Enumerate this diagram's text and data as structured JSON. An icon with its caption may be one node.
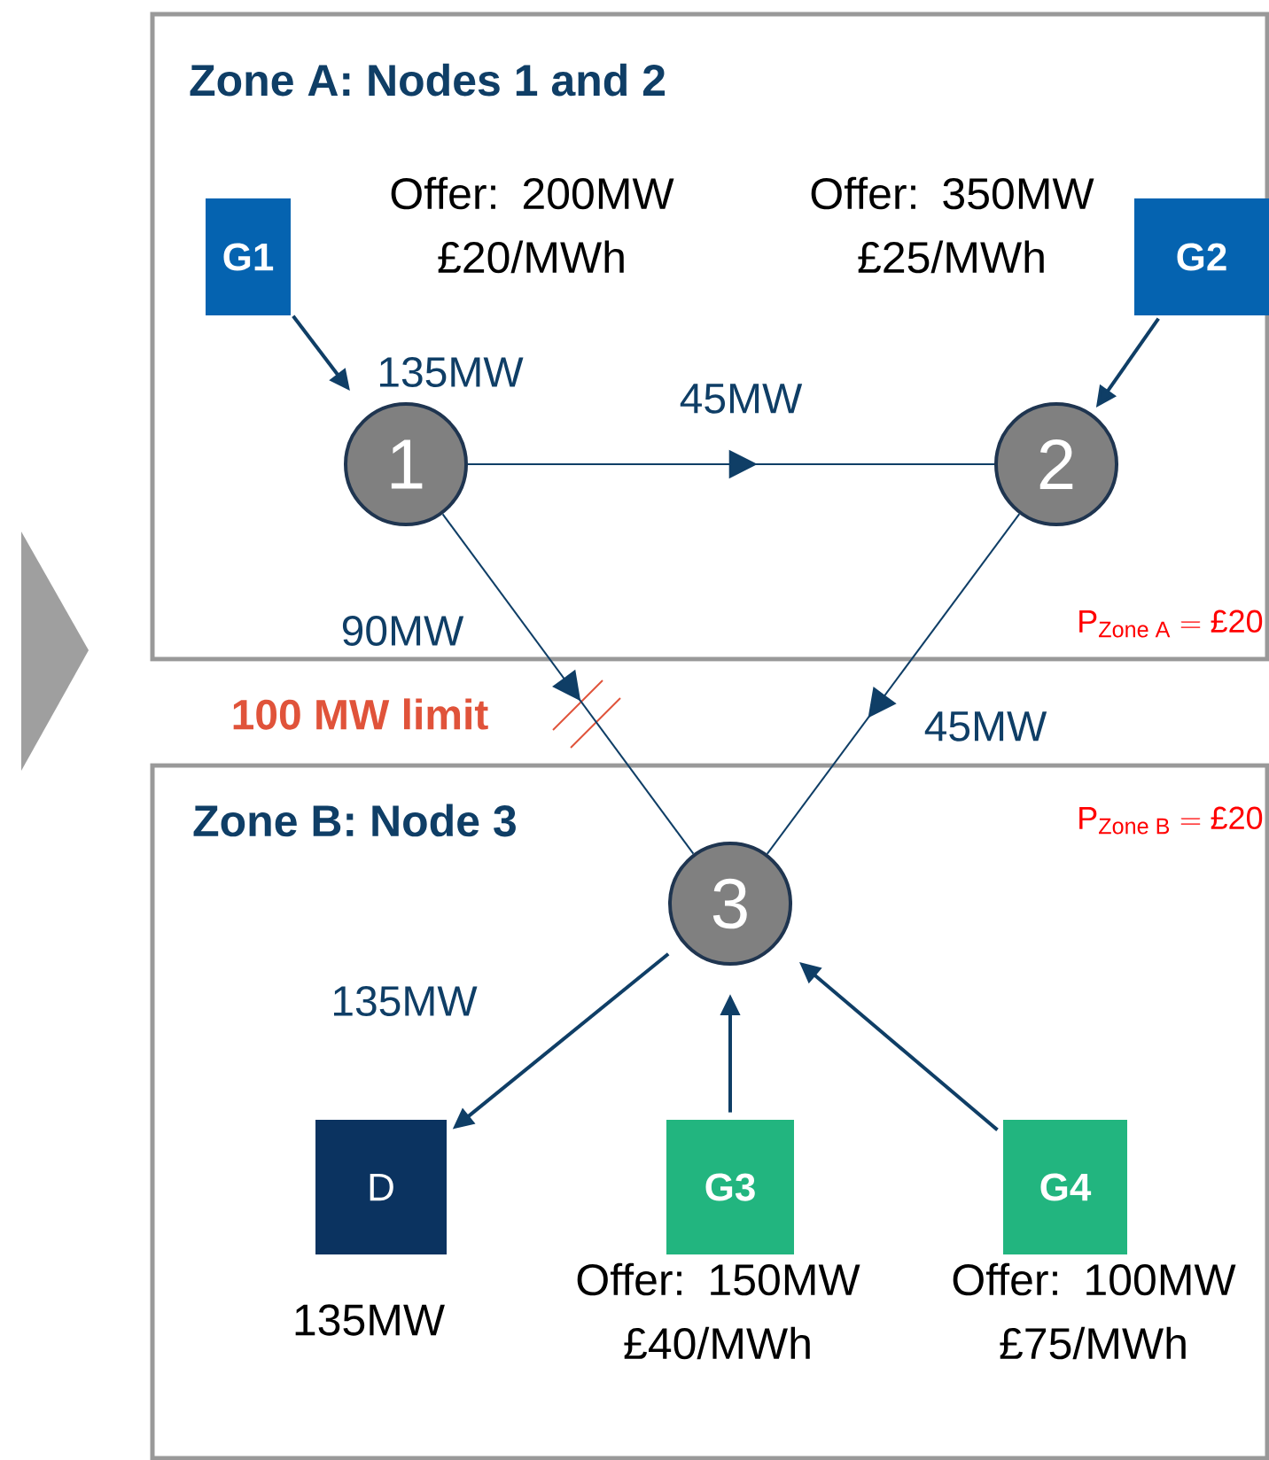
{
  "diagram": {
    "nodes": [
      {
        "text": [
          "Zone A: Nodes 1 and 2"
        ]
      },
      {
        "text": [
          "Zone B: Node 3"
        ]
      },
      {
        "text": [
          "G1"
        ],
        "in": 0,
        "beside": [
          "Offer: 200MW £20/MWh"
        ]
      },
      {
        "text": [
          "G2"
        ],
        "in": 0,
        "beside": [
          "Offer: 350MW £25/MWh"
        ]
      },
      {
        "text": [
          "1"
        ],
        "in": 0
      },
      {
        "text": [
          "2"
        ],
        "in": 0
      },
      {
        "text": [
          "3"
        ],
        "in": 1
      },
      {
        "text": [
          "D"
        ],
        "in": 1,
        "beside": [
          "135MW"
        ]
      },
      {
        "text": [
          "G3"
        ],
        "in": 1,
        "beside": [
          "Offer: 150MW £40/MWh"
        ]
      },
      {
        "text": [
          "G4"
        ],
        "in": 1,
        "beside": [
          "Offer: 100MW £75/MWh"
        ]
      },
      {
        "text": [],
        "shape": "chevron"
      }
    ],
    "edges": [
      {
        "from": 2,
        "to": 4,
        "arrow": "to",
        "label": "135MW"
      },
      {
        "from": 3,
        "to": 5,
        "arrow": "to"
      },
      {
        "from": 4,
        "to": 5,
        "arrow": "to",
        "label": "45MW"
      },
      {
        "from": 4,
        "to": 6,
        "arrow": "to",
        "label": "90MW"
      },
      {
        "from": 5,
        "to": 6,
        "arrow": "to",
        "label": "45MW"
      },
      {
        "from": 6,
        "to": 7,
        "arrow": "to",
        "label": "135MW"
      },
      {
        "from": 8,
        "to": 6,
        "arrow": "to"
      },
      {
        "from": 9,
        "to": 6,
        "arrow": "to"
      }
    ],
    "labels": [
      "\\text{P}_{\\text{Zone A}} = \\text{£20}",
      "100 MW limit",
      "\\text{P}_{\\text{Zone B}} = \\text{£20}"
    ]
  }
}
